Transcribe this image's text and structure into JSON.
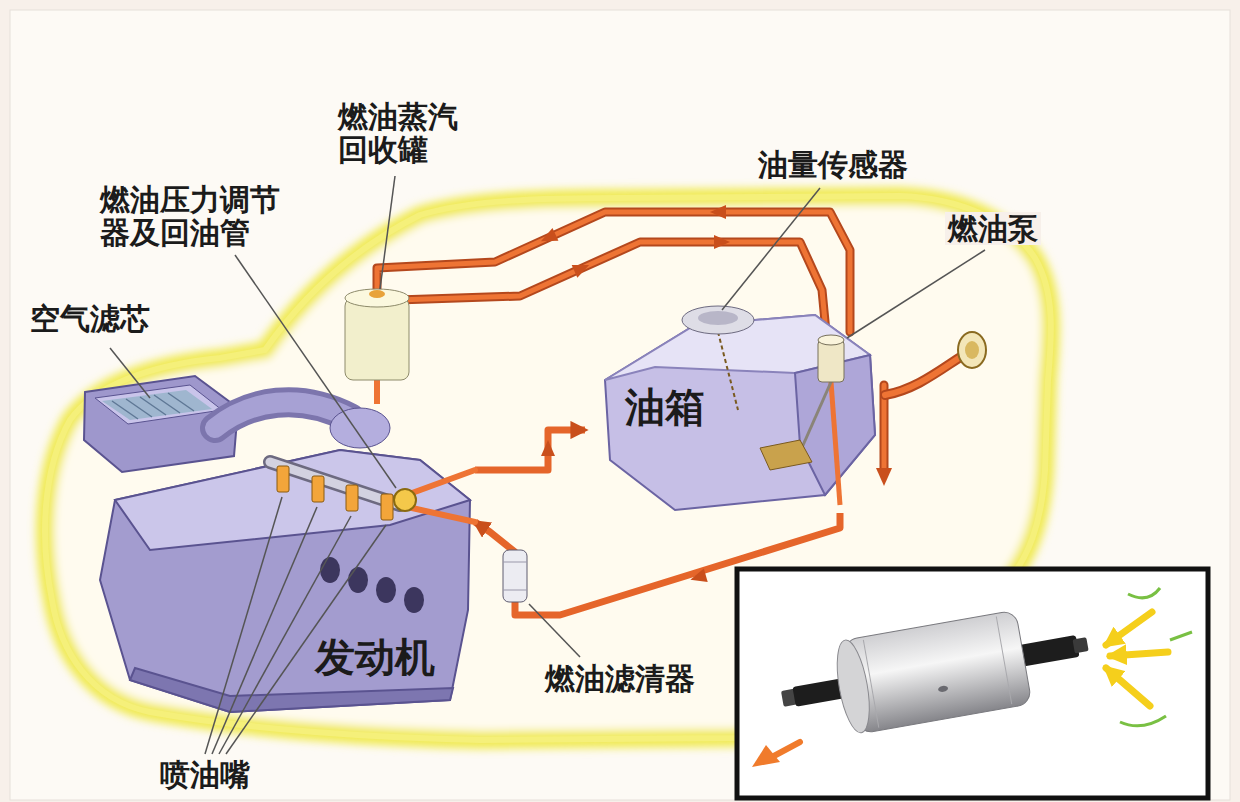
{
  "diagram": {
    "nodes": [
      {
        "text": [
          "油箱"
        ]
      },
      {
        "text": [
          "发动机"
        ]
      }
    ],
    "edges": [
      {
        "from": 0,
        "to": 1,
        "arrow": "to"
      },
      {
        "from": 1,
        "to": 0,
        "arrow": "to"
      }
    ],
    "labels": [
      "燃油蒸汽回收罐",
      "油量传感器",
      "燃油压力调节器及回油管",
      "燃油泵",
      "空气滤芯",
      "燃油滤清器",
      "喷油嘴"
    ]
  }
}
